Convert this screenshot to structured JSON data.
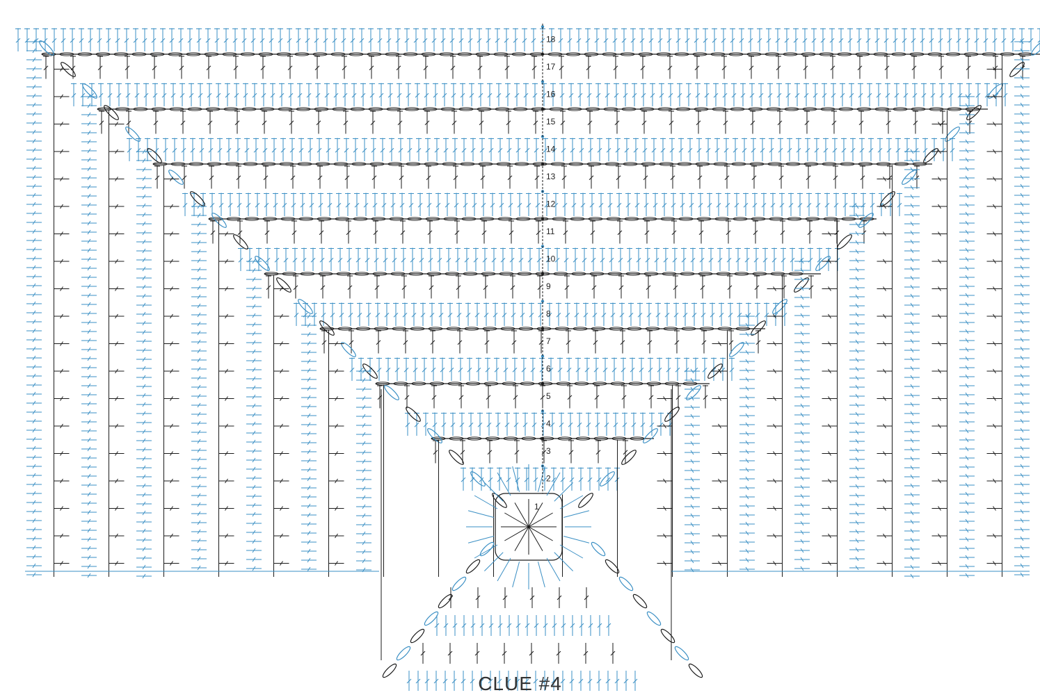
{
  "caption": "CLUE #4",
  "row_numbers": [
    "1",
    "2",
    "3",
    "4",
    "5",
    "6",
    "7",
    "8",
    "9",
    "10",
    "11",
    "12",
    "13",
    "14",
    "15",
    "16",
    "17",
    "18"
  ],
  "colors": {
    "dark_rows": "#1a1a1a",
    "blue_rows": "#3a8fc4",
    "background": "#ffffff"
  },
  "stitch_symbols": [
    "double-crochet",
    "chain",
    "slip-stitch"
  ],
  "row_color_pattern": [
    "dark",
    "blue",
    "dark",
    "blue",
    "dark",
    "blue",
    "dark",
    "blue",
    "dark",
    "blue",
    "dark",
    "blue",
    "dark",
    "blue",
    "dark",
    "blue",
    "dark",
    "blue"
  ]
}
